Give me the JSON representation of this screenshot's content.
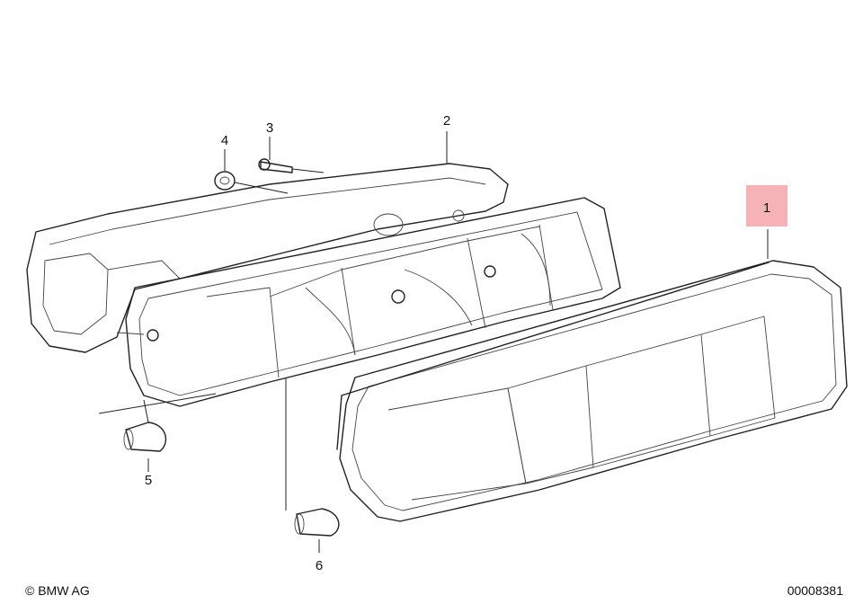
{
  "diagram": {
    "callouts": [
      {
        "id": "1",
        "highlighted": true
      },
      {
        "id": "2",
        "highlighted": false
      },
      {
        "id": "3",
        "highlighted": false
      },
      {
        "id": "4",
        "highlighted": false
      },
      {
        "id": "5",
        "highlighted": false
      },
      {
        "id": "6",
        "highlighted": false
      }
    ],
    "highlight_color": "#f4a6aa"
  },
  "footer": {
    "copyright": "© BMW AG",
    "part_number": "00008381"
  }
}
